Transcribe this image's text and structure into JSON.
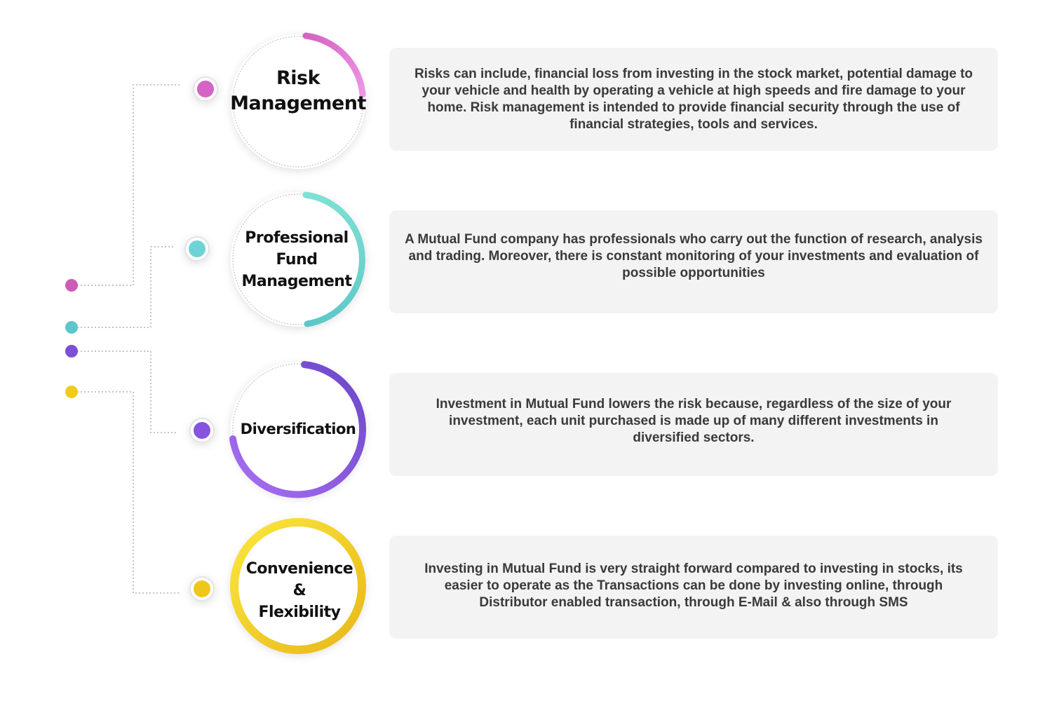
{
  "items": [
    {
      "title": "Risk\nManagement",
      "description": "Risks can include, financial loss from investing in the stock market, potential damage to your vehicle and health by operating a vehicle at high speeds and fire damage to your home. Risk management is intended to provide financial security through the use of financial strategies, tools and services.",
      "color": "#d966c8",
      "color_light": "#e88de0",
      "icon": "risk-management-node-icon"
    },
    {
      "title": "Professional\nFund\nManagement",
      "description": "A Mutual Fund company has professionals who carry out the function of research, analysis and trading. Moreover, there is constant monitoring of your investments and evaluation of possible opportunities",
      "color": "#5fcfc0",
      "color_light": "#7ee0d2",
      "icon": "professional-fund-management-node-icon"
    },
    {
      "title": "Diversification",
      "description": "Investment in Mutual Fund lowers the risk because, regardless of the size of your investment, each unit purchased is made up of many different investments in diversified sectors.",
      "color": "#7b4fd6",
      "color_light": "#a070ee",
      "icon": "diversification-node-icon"
    },
    {
      "title": "Convenience\n&\nFlexibility",
      "description": "Investing in Mutual Fund is very straight forward compared to investing in stocks, its easier to operate as the Transactions can be done by investing online, through Distributor enabled transaction, through E-Mail & also through SMS",
      "color": "#f0cc1a",
      "color_light": "#f7e03a",
      "icon": "convenience-flexibility-node-icon"
    }
  ]
}
